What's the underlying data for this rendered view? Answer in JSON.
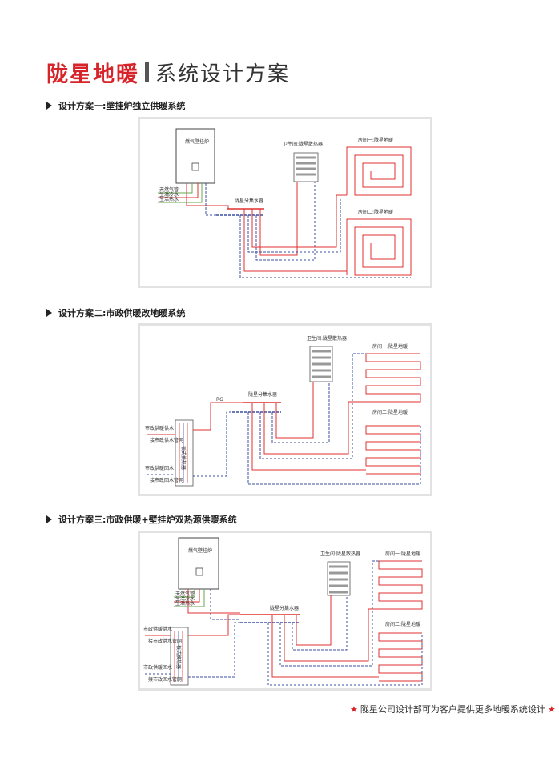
{
  "header": {
    "brand": "陇星地暖",
    "subtitle": "系统设计方案"
  },
  "sections": [
    {
      "title": "设计方案一:壁挂炉独立供暖系统",
      "labels": {
        "boiler": "燃气壁挂炉",
        "gas": "天然气管",
        "cold": "生活冷水",
        "hot": "生活热水",
        "manifold": "陇星分集水器",
        "bathroom": "卫生间:陇星散热器",
        "room1": "房间一:陇星地暖",
        "room2": "房间二:陇星地暖"
      }
    },
    {
      "title": "设计方案二:市政供暖改地暖系统",
      "labels": {
        "bathroom": "卫生间:陇星散热器",
        "room1": "房间一:陇星地暖",
        "room2": "房间二:陇星地暖",
        "manifold": "陇星分集水器",
        "exchanger": "板式换热器",
        "supply": "市政供暖供水",
        "ret": "市政供暖回水",
        "supply2": "接市政供水管网",
        "ret2": "接市政回水管网",
        "rg": "RG"
      }
    },
    {
      "title": "设计方案三:市政供暖+壁挂炉双热源供暖系统",
      "labels": {
        "boiler": "燃气壁挂炉",
        "gas": "天然气管",
        "cold": "生活冷水",
        "hot": "生活热水",
        "manifold": "陇星分集水器",
        "bathroom": "卫生间:陇星散热器",
        "room1": "房间一:陇星地暖",
        "room2": "房间二:陇星地暖",
        "exchanger": "板式换热器",
        "supply": "市政供暖供水",
        "ret": "市政供暖回水",
        "supply2": "接市政供水管网",
        "ret2": "接市政回水管网"
      }
    }
  ],
  "footer": {
    "text": "陇星公司设计部可为客户提供更多地暖系统设计"
  },
  "colors": {
    "accent": "#d7242a",
    "supply_pipe": "#e0302f",
    "return_pipe": "#3b4fa0"
  }
}
